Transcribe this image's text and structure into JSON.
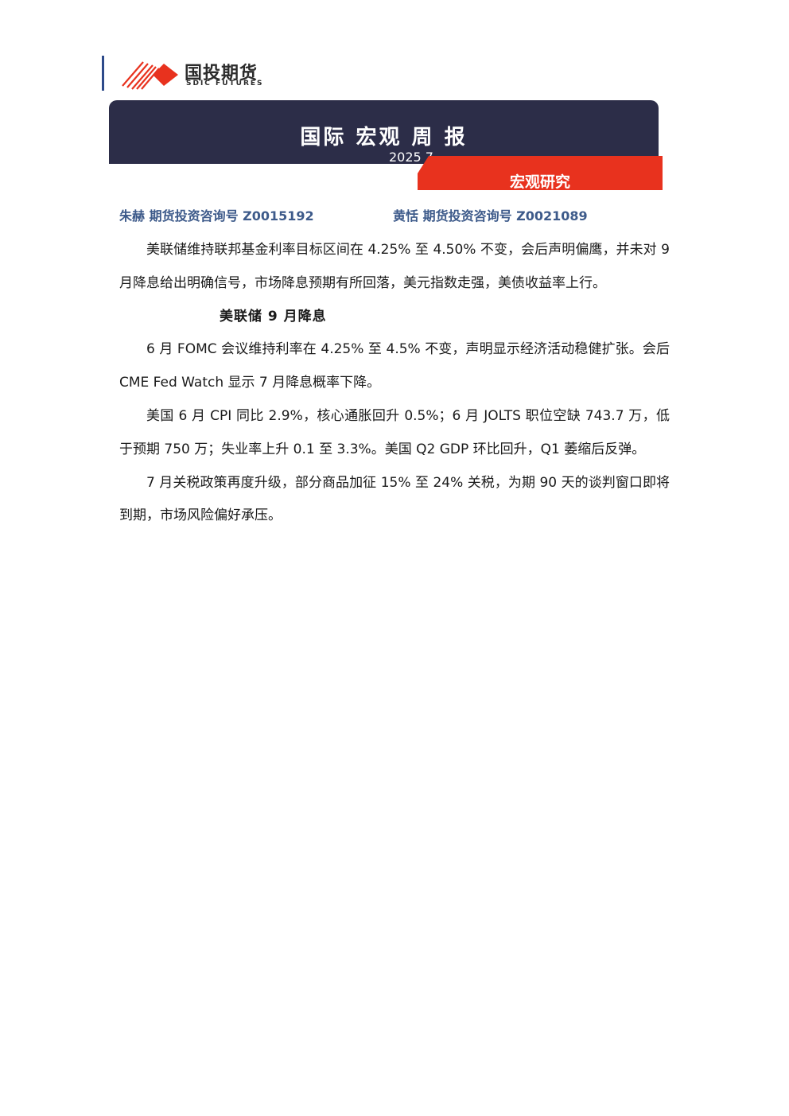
{
  "brand": {
    "name_cn": "国投期货",
    "name_en": "SDIC FUTURES",
    "color_red": "#e8321e",
    "color_navy": "#2c2d48"
  },
  "banner": {
    "title": "国际 宏观 周 报",
    "date": "2025 7",
    "tag": "宏观研究"
  },
  "authors": [
    "朱赫 期货投资咨询号 Z0015192",
    "黄恬 期货投资咨询号 Z0021089"
  ],
  "body": {
    "p1": "美联储维持联邦基金利率目标区间在 4.25% 至 4.50% 不变，会后声明偏鹰，并未对 9 月降息给出明确信号，市场降息预期有所回落，美元指数走强，美债收益率上行。",
    "h1": "美联储 9 月降息",
    "p2": "6 月 FOMC 会议维持利率在 4.25% 至 4.5% 不变，声明显示经济活动稳健扩张。会后 CME Fed Watch 显示 7 月降息概率下降。",
    "p3": "美国 6 月 CPI 同比 2.9%，核心通胀回升 0.5%；6 月 JOLTS 职位空缺 743.7 万，低于预期 750 万；失业率上升 0.1 至 3.3%。美国 Q2 GDP 环比回升，Q1 萎缩后反弹。",
    "p4": "7 月关税政策再度升级，部分商品加征 15% 至 24% 关税，为期 90 天的谈判窗口即将到期，市场风险偏好承压。"
  }
}
